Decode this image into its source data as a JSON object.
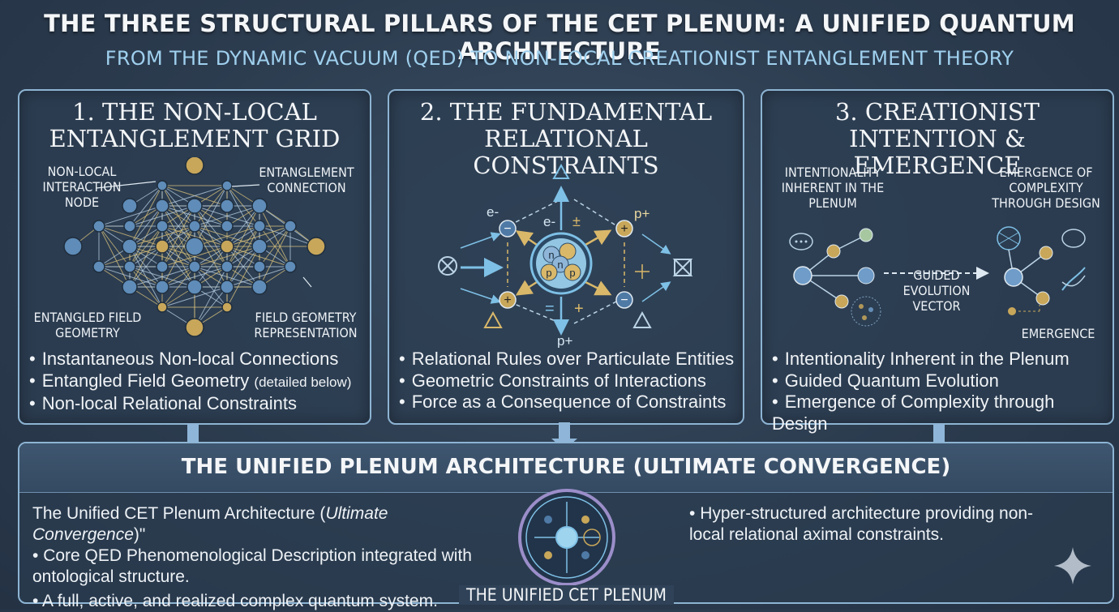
{
  "title": "THE THREE STRUCTURAL PILLARS OF THE CET PLENUM: A UNIFIED QUANTUM ARCHITECTURE",
  "subtitle": "FROM THE DYNAMIC VACUUM (QED) TO NON-LOCAL CREATIONIST ENTANGLEMENT THEORY",
  "colors": {
    "accent_blue": "#6f9cc8",
    "accent_gold": "#c8a75a",
    "border": "#8db4d3",
    "subtitle": "#9fd0ee"
  },
  "pillar1": {
    "title_line1": "1. THE NON-LOCAL",
    "title_line2": "ENTANGLEMENT GRID",
    "labels": {
      "node": "NON-LOCAL INTERACTION NODE",
      "connection": "ENTANGLEMENT CONNECTION",
      "field": "ENTANGLED FIELD GEOMETRY",
      "representation": "FIELD GEOMETRY REPRESENTATION"
    },
    "bullets": [
      "Instantaneous Non-local Connections",
      "Entangled Field Geometry",
      "Non-local Relational Constraints"
    ],
    "bullet2_note": "(detailed below)"
  },
  "pillar2": {
    "title_line1": "2. THE FUNDAMENTAL",
    "title_line2": "RELATIONAL CONSTRAINTS",
    "symbols": {
      "e_minus": "e-",
      "p_plus": "p+",
      "minus": "−",
      "plus": "+",
      "pm": "±",
      "eq": "=",
      "n": "n",
      "p": "p"
    },
    "bullets": [
      "Relational Rules over Particulate Entities",
      "Geometric Constraints of Interactions",
      "Force as a Consequence of Constraints"
    ]
  },
  "pillar3": {
    "title_line1": "3. CREATIONIST",
    "title_line2": "INTENTION & EMERGENCE",
    "labels": {
      "intentionality": "INTENTIONALITY INHERENT IN THE PLENUM",
      "emergence_design": "EMERGENCE OF COMPLEXITY THROUGH DESIGN",
      "guided": "GUIDED EVOLUTION VECTOR",
      "emergence": "EMERGENCE"
    },
    "bullets": [
      "Intentionality Inherent in the Plenum",
      "Guided Quantum Evolution",
      "Emergence of Complexity through Design"
    ]
  },
  "bottom": {
    "title": "THE UNIFIED PLENUM ARCHITECTURE (ULTIMATE CONVERGENCE)",
    "left_intro": "The Unified CET Plenum Architecture (",
    "left_intro_em": "Ultimate Convergence",
    "left_intro_end": ")\"",
    "left_bullets": [
      "Core QED Phenomenological Description integrated with ontological structure.",
      "A full, active, and realized complex quantum system."
    ],
    "right_bullets": [
      "Hyper-structured architecture  providing non-local relational aximal constraints."
    ],
    "plenum_label": "THE UNIFIED CET PLENUM"
  },
  "icons": [
    "sparkle-icon"
  ]
}
